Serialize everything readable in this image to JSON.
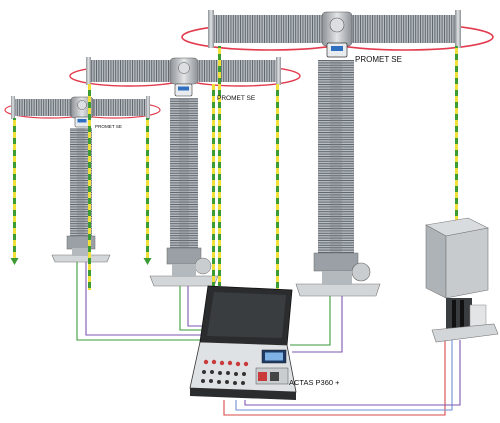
{
  "labels": {
    "breaker_large": "PROMET SE",
    "breaker_medium": "PROMET SE",
    "breaker_small": "PROMET SE",
    "tester": "ACTAS P360 +"
  },
  "colors": {
    "sensor_ring": "#e23b4e",
    "earth_yellow": "#f0e03a",
    "earth_green": "#3c9b35",
    "porcelain": "#a6abb0",
    "porcelain_dark": "#6f757b",
    "case_dark": "#2a2c2e",
    "cable_green": "#3a9a3a",
    "cable_purple": "#7d56b0",
    "cable_red": "#d94949",
    "cable_blue": "#6f8fd6",
    "cabinet_grey": "#bfc3c6"
  },
  "icons": [
    "promet-se-sensor-icon",
    "actas-tester-icon",
    "control-cabinet-icon",
    "earth-ground-icon"
  ]
}
